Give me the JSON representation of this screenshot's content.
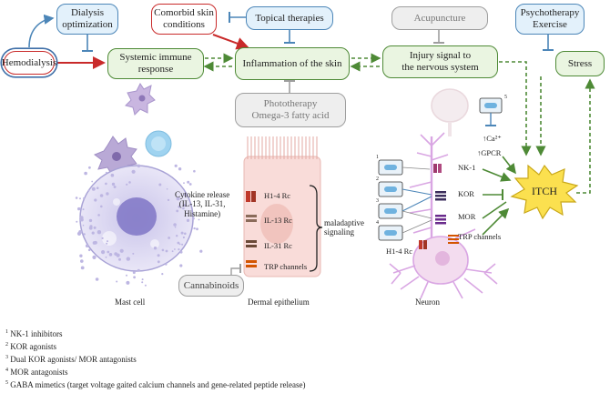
{
  "flow": {
    "hemodialysis": "Hemodialysis",
    "dialysis_optimization": "Dialysis\noptimization",
    "systemic_immune_response": "Systemic immune\nresponse",
    "comorbid_skin_conditions": "Comorbid skin\nconditions",
    "topical_therapies": "Topical therapies",
    "inflammation_of_skin": "Inflammation of the skin",
    "phototherapy": "Phototherapy\nOmega-3 fatty acid",
    "acupuncture": "Acupuncture",
    "injury_signal": "Injury signal to\nthe nervous system",
    "psychotherapy": "Psychotherapy\nExercise",
    "stress": "Stress",
    "itch": "ITCH",
    "cannabinoids": "Cannabinoids"
  },
  "mast_cell": {
    "cytokine_release": "Cytokine release\n(IL-13, IL-31,\nHistamine)",
    "label": "Mast cell"
  },
  "epithelium": {
    "receptors": [
      "H1-4 Rc",
      "IL-13 Rc",
      "IL-31 Rc",
      "TRP channels"
    ],
    "maladaptive": "maladaptive\nsignaling",
    "label": "Dermal epithelium"
  },
  "neuron": {
    "receptors": [
      "NK-1",
      "KOR",
      "MOR"
    ],
    "trp": "TRP channels",
    "h14": "H1-4 Rc",
    "calcium": "↑Ca²⁺",
    "gpcr": "↑GPCR",
    "label": "Neuron",
    "drug_numbers": [
      "1",
      "2",
      "3",
      "4",
      "5"
    ]
  },
  "colors": {
    "green": "#4e8a36",
    "blue": "#4c86b8",
    "red": "#c92a2a",
    "grey": "#9e9e9e",
    "itch_fill": "#fbe04f"
  },
  "footnotes": [
    {
      "num": "1",
      "text": "NK-1 inhibitors"
    },
    {
      "num": "2",
      "text": "KOR agonists"
    },
    {
      "num": "3",
      "text": "Dual KOR agonists/ MOR antagonists"
    },
    {
      "num": "4",
      "text": "MOR antagonists"
    },
    {
      "num": "5",
      "text": "GABA mimetics (target voltage gaited calcium channels and gene-related peptide release)"
    }
  ]
}
